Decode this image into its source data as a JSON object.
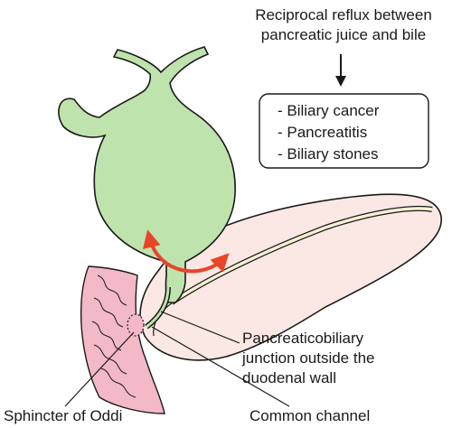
{
  "header": {
    "line1": "Reciprocal reflux between",
    "line2": "pancreatic juice and bile"
  },
  "outcomes": {
    "items": [
      "-  Biliary cancer",
      "-  Pancreatitis",
      "-  Biliary stones"
    ]
  },
  "labels": {
    "junction_line1": "Pancreaticobiliary",
    "junction_line2": "junction outside the",
    "junction_line3": "duodenal wall",
    "sphincter": "Sphincter of Oddi",
    "common_channel": "Common channel"
  },
  "colors": {
    "gallbladder": "#bfe3ac",
    "pancreas": "#fbe8e4",
    "duodenum": "#f3b9c6",
    "reflux_arrow": "#e8452a",
    "outline": "#1a1a1a"
  }
}
